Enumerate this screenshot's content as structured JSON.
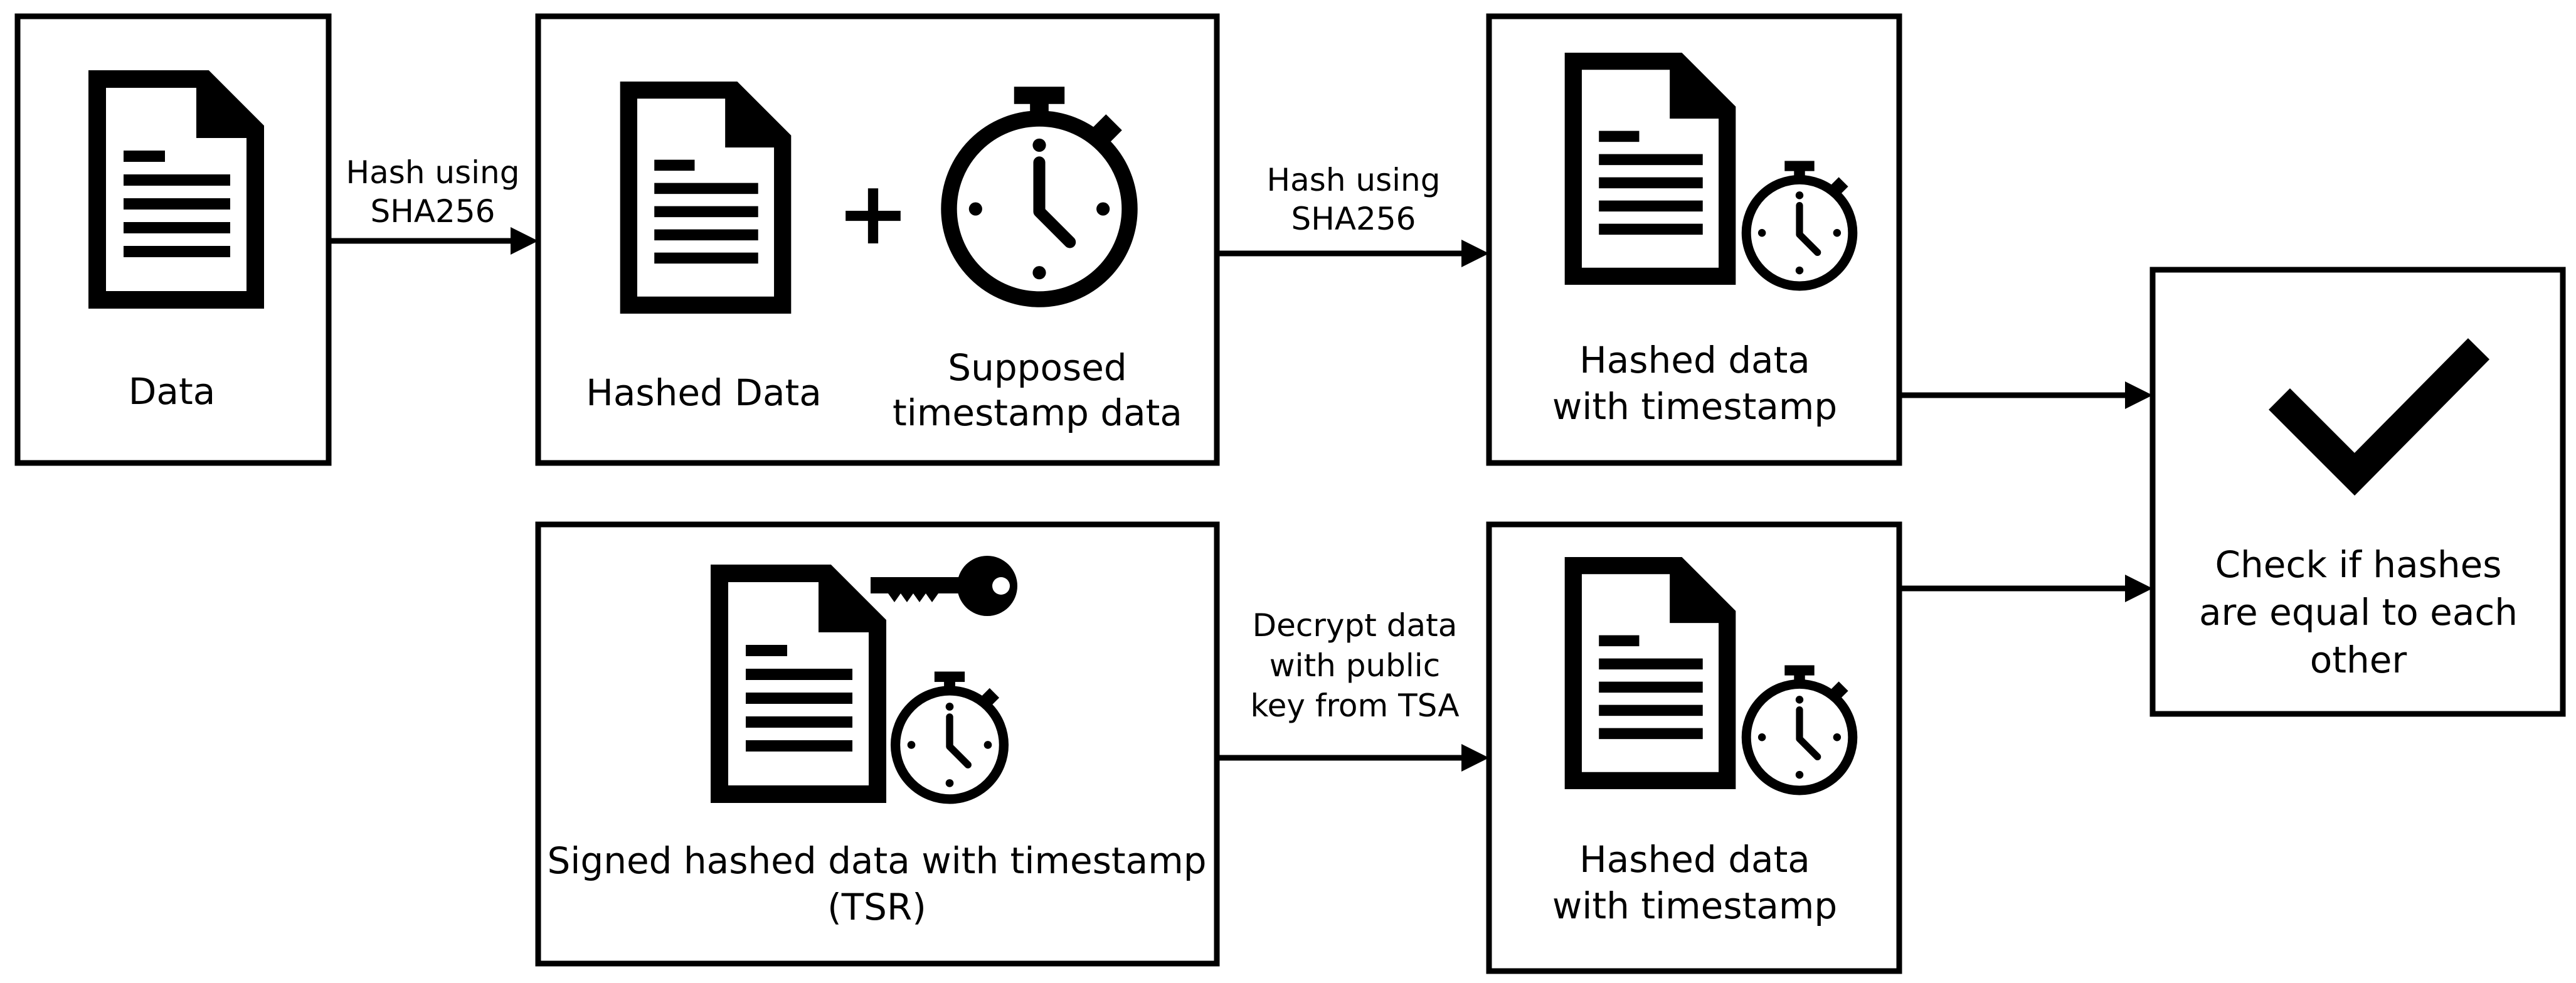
{
  "nodes": {
    "data": {
      "label": "Data"
    },
    "hashed_plus_timestamp": {
      "hashed_label": "Hashed Data",
      "plus_symbol": "+",
      "timestamp_label_line1": "Supposed",
      "timestamp_label_line2": "timestamp data"
    },
    "hashed_with_timestamp_top": {
      "label_line1": "Hashed data",
      "label_line2": "with timestamp"
    },
    "signed_tsr": {
      "label_line1": "Signed hashed data with timestamp",
      "label_line2": "(TSR)"
    },
    "hashed_with_timestamp_bottom": {
      "label_line1": "Hashed data",
      "label_line2": "with timestamp"
    },
    "check": {
      "label_line1": "Check if hashes",
      "label_line2": "are equal to each",
      "label_line3": "other"
    }
  },
  "edges": {
    "data_to_hashed": {
      "line1": "Hash using",
      "line2": "SHA256"
    },
    "hashed_to_top": {
      "line1": "Hash using",
      "line2": "SHA256"
    },
    "tsr_to_bottom": {
      "line1": "Decrypt data",
      "line2": "with public",
      "line3": "key from TSA"
    }
  },
  "icons": {
    "document": "document-icon",
    "stopwatch": "stopwatch-icon",
    "key": "key-icon",
    "checkmark": "checkmark-icon"
  },
  "colors": {
    "stroke": "#000000",
    "background": "#ffffff"
  }
}
